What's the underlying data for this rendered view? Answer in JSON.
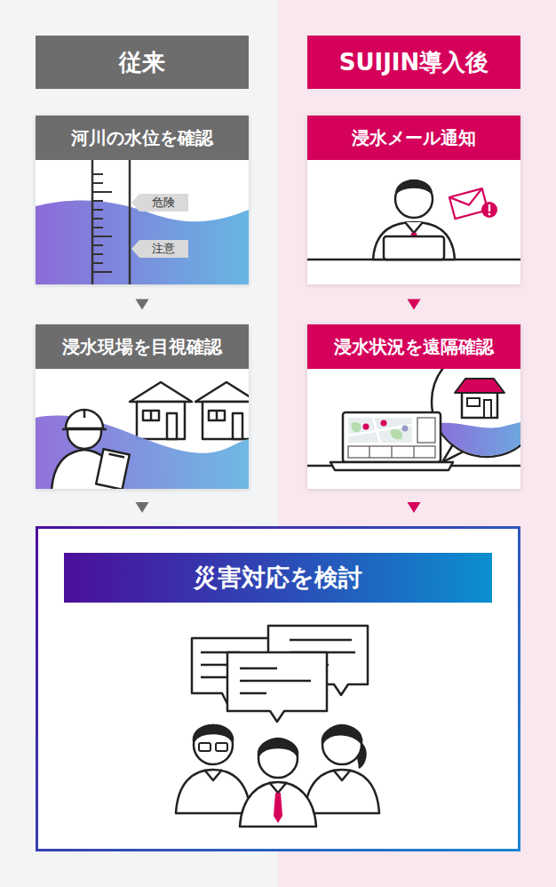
{
  "diagram": {
    "nodes": [
      {
        "text": [
          "従来"
        ]
      },
      {
        "text": [
          "SUIJIN導入後"
        ]
      },
      {
        "text": [
          "河川の水位を確認"
        ]
      },
      {
        "text": [
          "危険"
        ],
        "in": 2
      },
      {
        "text": [
          "注意"
        ],
        "in": 2
      },
      {
        "text": [
          "浸水メール通知"
        ]
      },
      {
        "text": [
          "浸水現場を目視確認"
        ]
      },
      {
        "text": [
          "浸水状況を遠隔確認"
        ]
      },
      {
        "text": [
          "災害対応を検討"
        ]
      }
    ],
    "edges": [
      {
        "from": 2,
        "to": 6,
        "arrow": "to"
      },
      {
        "from": 6,
        "to": 8,
        "arrow": "to"
      },
      {
        "from": 5,
        "to": 7,
        "arrow": "to"
      },
      {
        "from": 7,
        "to": 8,
        "arrow": "to"
      }
    ]
  }
}
